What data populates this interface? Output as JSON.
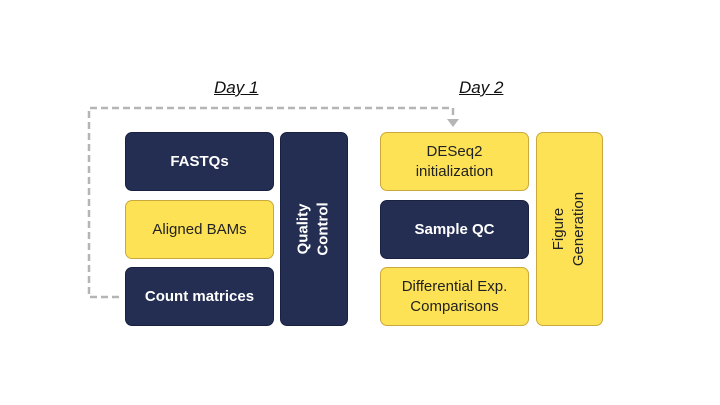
{
  "headings": {
    "day1": "Day 1",
    "day2": "Day 2"
  },
  "day1": {
    "fastqs": "FASTQs",
    "aligned_bams": "Aligned BAMs",
    "count_matrices": "Count matrices",
    "quality_control": [
      "Quality",
      "Control"
    ]
  },
  "day2": {
    "deseq2": [
      "DESeq2",
      "initialization"
    ],
    "sample_qc": "Sample QC",
    "diff_exp": [
      "Differential Exp.",
      "Comparisons"
    ],
    "figure_generation": [
      "Figure",
      "Generation"
    ]
  },
  "colors": {
    "navy": "#242d52",
    "yellow": "#fde255",
    "arrow": "#b5b5b5"
  }
}
